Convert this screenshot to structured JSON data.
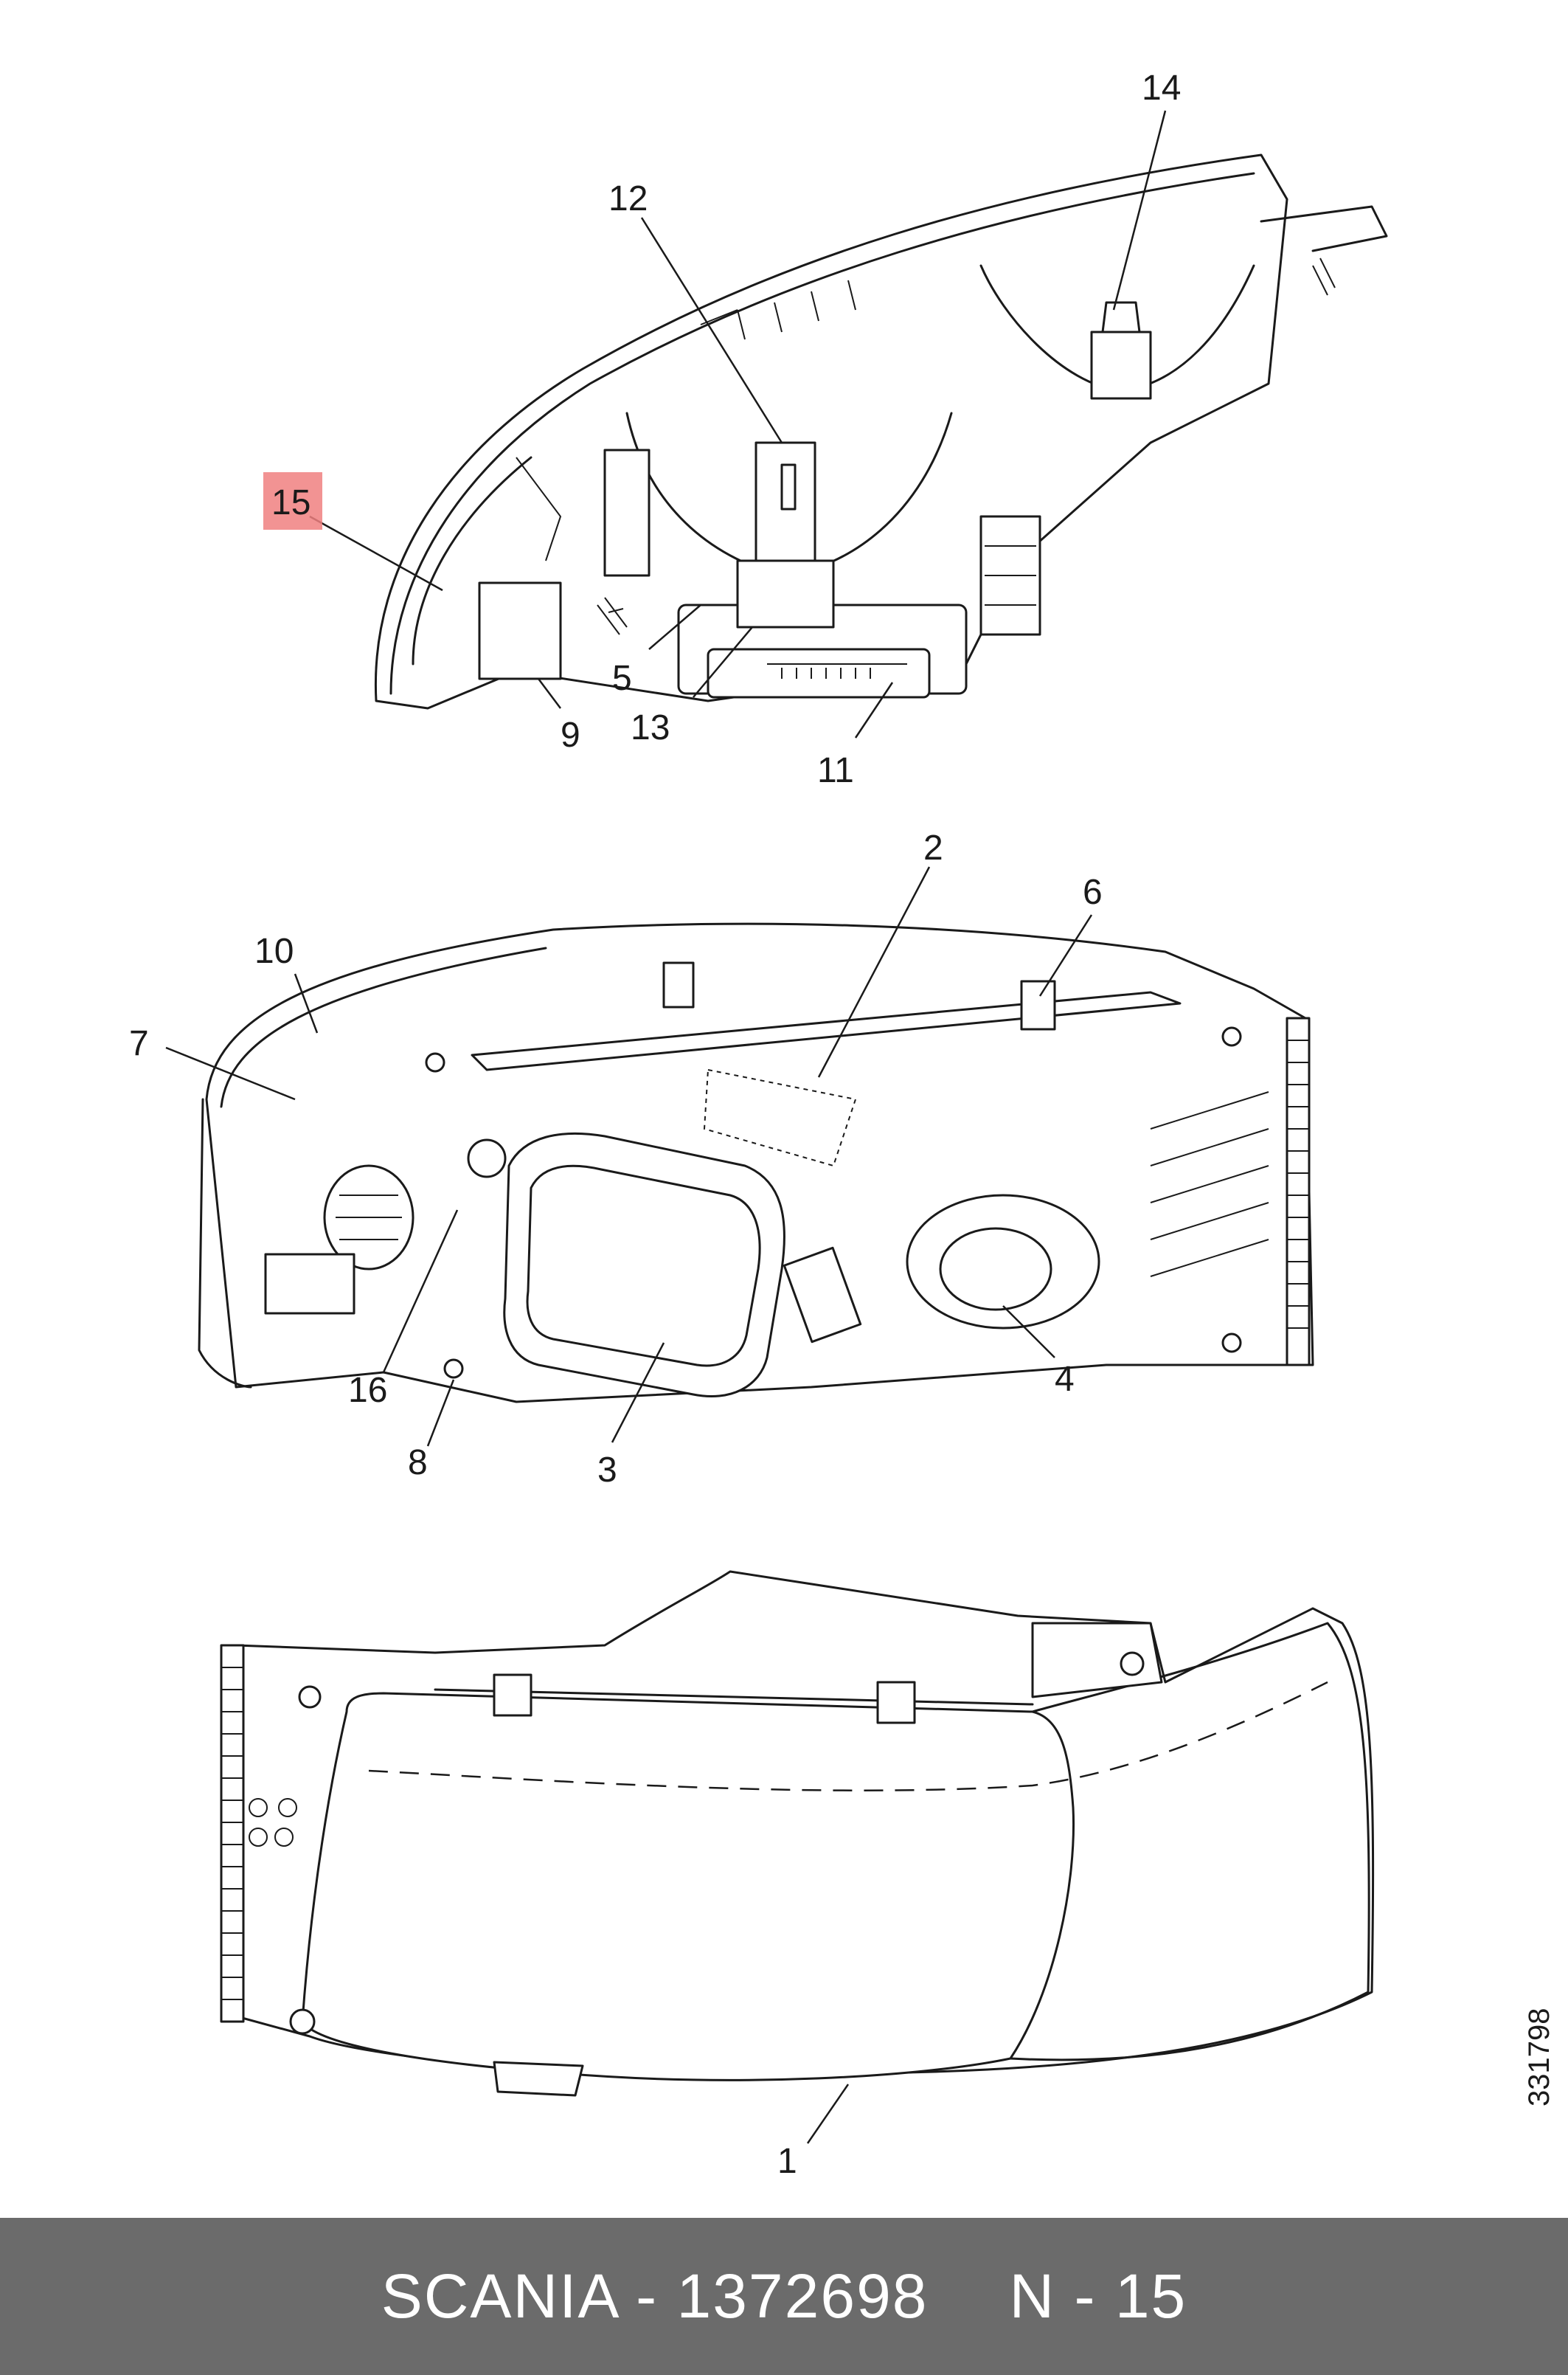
{
  "diagram": {
    "callouts": {
      "c1": "1",
      "c2": "2",
      "c3": "3",
      "c4": "4",
      "c5": "5",
      "c6": "6",
      "c7": "7",
      "c8": "8",
      "c9": "9",
      "c10": "10",
      "c11": "11",
      "c12": "12",
      "c13": "13",
      "c14": "14",
      "c15": "15",
      "c16": "16"
    },
    "highlighted_callout": "15",
    "highlight_color": "#f08080",
    "drawing_id": "331798"
  },
  "footer": {
    "brand_part": "SCANIA - 1372698",
    "position_label": "N - 15",
    "background_color": "#6b6b6b"
  }
}
